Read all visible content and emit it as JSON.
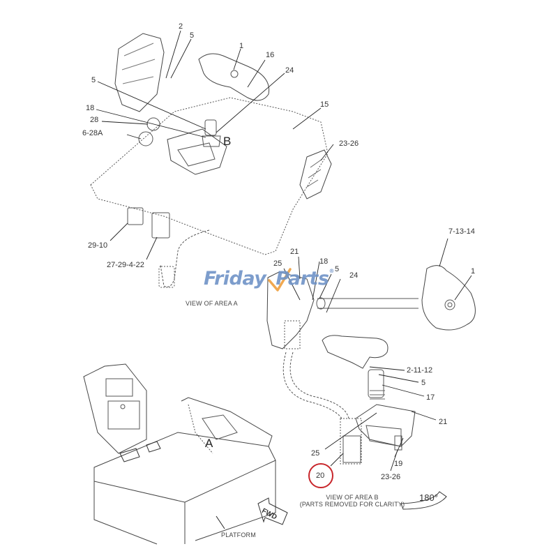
{
  "diagram": {
    "type": "exploded-parts-diagram",
    "watermark": {
      "text_a": "Friday",
      "text_b": "Parts",
      "registered": "®",
      "color": "#6f93c7",
      "check_color": "#f0a850"
    },
    "highlight_color": "#c8262b",
    "views": {
      "area_a": {
        "caption": "VIEW OF AREA  A",
        "area_letter": "B",
        "callouts": [
          "2",
          "5",
          "1",
          "16",
          "5",
          "24",
          "18",
          "28",
          "6-28A",
          "15",
          "23-26",
          "29-10",
          "27-29-4-22"
        ]
      },
      "area_a_detail": {
        "callouts": [
          "21",
          "25",
          "18",
          "5",
          "24",
          "7-13-14",
          "1"
        ]
      },
      "area_b": {
        "caption_line1": "VIEW OF AREA  B",
        "caption_line2": "(PARTS REMOVED FOR CLARITY)",
        "rotation": "180°",
        "callouts": [
          "2-11-12",
          "5",
          "17",
          "21",
          "25",
          "19",
          "23-26",
          "20"
        ],
        "highlighted_callout": "20"
      },
      "platform": {
        "area_letter": "A",
        "label": "PLATFORM",
        "direction_arrow": "FWD"
      }
    }
  }
}
